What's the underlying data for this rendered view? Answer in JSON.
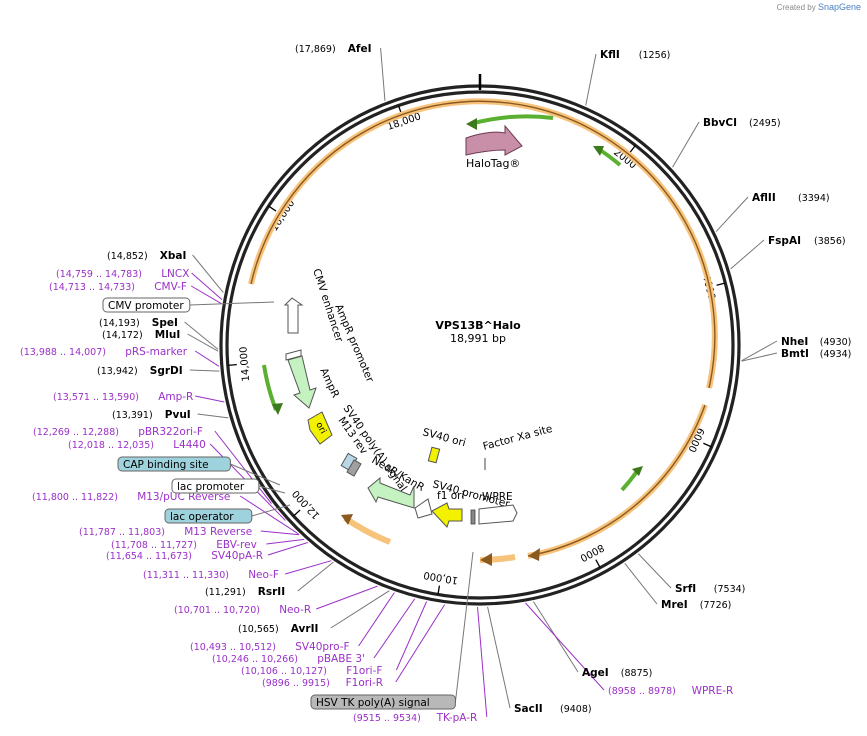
{
  "credit": {
    "prefix": "Created by",
    "brand": "SnapGene"
  },
  "map": {
    "name": "VPS13B^Halo",
    "length_label": "18,991 bp",
    "total_bp": 18991,
    "ticks": [
      {
        "bp": 2000,
        "label": "2000"
      },
      {
        "bp": 4000,
        "label": "4000"
      },
      {
        "bp": 6000,
        "label": "6000"
      },
      {
        "bp": 8000,
        "label": "8000"
      },
      {
        "bp": 10000,
        "label": "10,000"
      },
      {
        "bp": 12000,
        "label": "12,000"
      },
      {
        "bp": 14000,
        "label": "14,000"
      },
      {
        "bp": 16000,
        "label": "16,000"
      },
      {
        "bp": 18000,
        "label": "18,000"
      }
    ],
    "colors": {
      "enzyme": "#000000",
      "primer": "#9b30c8",
      "feature_orf": "#c8a0b4",
      "arc": "#f7c27a",
      "green": "#5ab030",
      "yellow": "#f2f200"
    },
    "enzymes": [
      {
        "name": "AfeI",
        "pos": "(17,869)",
        "bp": 17869
      },
      {
        "name": "KflI",
        "pos": "(1256)",
        "bp": 1256
      },
      {
        "name": "BbvCI",
        "pos": "(2495)",
        "bp": 2495
      },
      {
        "name": "AflII",
        "pos": "(3394)",
        "bp": 3394
      },
      {
        "name": "FspAI",
        "pos": "(3856)",
        "bp": 3856
      },
      {
        "name": "NheI",
        "pos": "(4930)",
        "bp": 4930
      },
      {
        "name": "BmtI",
        "pos": "(4934)",
        "bp": 4934
      },
      {
        "name": "SrfI",
        "pos": "(7534)",
        "bp": 7534
      },
      {
        "name": "MreI",
        "pos": "(7726)",
        "bp": 7726
      },
      {
        "name": "AgeI",
        "pos": "(8875)",
        "bp": 8875
      },
      {
        "name": "SacII",
        "pos": "(9408)",
        "bp": 9408
      },
      {
        "name": "XbaI",
        "pos": "(14,852)",
        "bp": 14852
      },
      {
        "name": "SpeI",
        "pos": "(14,193)",
        "bp": 14193
      },
      {
        "name": "MluI",
        "pos": "(14,172)",
        "bp": 14172
      },
      {
        "name": "SgrDI",
        "pos": "(13,942)",
        "bp": 13942
      },
      {
        "name": "PvuI",
        "pos": "(13,391)",
        "bp": 13391
      },
      {
        "name": "RsrII",
        "pos": "(11,291)",
        "bp": 11291
      },
      {
        "name": "AvrII",
        "pos": "(10,565)",
        "bp": 10565
      }
    ],
    "primers": [
      {
        "name": "LNCX",
        "pos": "(14,759 .. 14,783)",
        "bp": 14770
      },
      {
        "name": "CMV-F",
        "pos": "(14,713 .. 14,733)",
        "bp": 14723
      },
      {
        "name": "pRS-marker",
        "pos": "(13,988 .. 14,007)",
        "bp": 13997
      },
      {
        "name": "Amp-R",
        "pos": "(13,571 .. 13,590)",
        "bp": 13580
      },
      {
        "name": "pBR322ori-F",
        "pos": "(12,269 .. 12,288)",
        "bp": 12278
      },
      {
        "name": "L4440",
        "pos": "(12,018 .. 12,035)",
        "bp": 12026
      },
      {
        "name": "M13/pUC Reverse",
        "pos": "(11,800 .. 11,822)",
        "bp": 11811
      },
      {
        "name": "M13 Reverse",
        "pos": "(11,787 .. 11,803)",
        "bp": 11795
      },
      {
        "name": "EBV-rev",
        "pos": "(11,708 .. 11,727)",
        "bp": 11717
      },
      {
        "name": "SV40pA-R",
        "pos": "(11,654 .. 11,673)",
        "bp": 11663
      },
      {
        "name": "Neo-F",
        "pos": "(11,311 .. 11,330)",
        "bp": 11320
      },
      {
        "name": "Neo-R",
        "pos": "(10,701 .. 10,720)",
        "bp": 10710
      },
      {
        "name": "SV40pro-F",
        "pos": "(10,493 .. 10,512)",
        "bp": 10502
      },
      {
        "name": "pBABE 3'",
        "pos": "(10,246 .. 10,266)",
        "bp": 10256
      },
      {
        "name": "F1ori-F",
        "pos": "(10,106 .. 10,127)",
        "bp": 10116
      },
      {
        "name": "F1ori-R",
        "pos": "(9896 .. 9915)",
        "bp": 9905
      },
      {
        "name": "TK-pA-R",
        "pos": "(9515 .. 9534)",
        "bp": 9524
      },
      {
        "name": "WPRE-R",
        "pos": "(8958 .. 8978)",
        "bp": 8968
      }
    ],
    "boxed_features": [
      {
        "name": "CMV promoter",
        "style": "white"
      },
      {
        "name": "CAP binding site",
        "style": "teal"
      },
      {
        "name": "lac promoter",
        "style": "white"
      },
      {
        "name": "lac operator",
        "style": "teal"
      },
      {
        "name": "HSV TK poly(A) signal",
        "style": "gray"
      }
    ],
    "inner_labels": {
      "halotag": "HaloTag®",
      "cmv_enhancer": "CMV enhancer",
      "ampr_promoter": "AmpR promoter",
      "ampr": "AmpR",
      "ori": "ori",
      "sv40_polya": "SV40 poly(A) signal",
      "m13_rev": "M13 rev",
      "neor": "NeoR/KanR",
      "sv40_ori": "SV40 ori",
      "factor_xa": "Factor Xa site",
      "sv40_promoter": "SV40 promoter",
      "f1_ori": "f1 ori",
      "wpre": "WPRE"
    }
  }
}
